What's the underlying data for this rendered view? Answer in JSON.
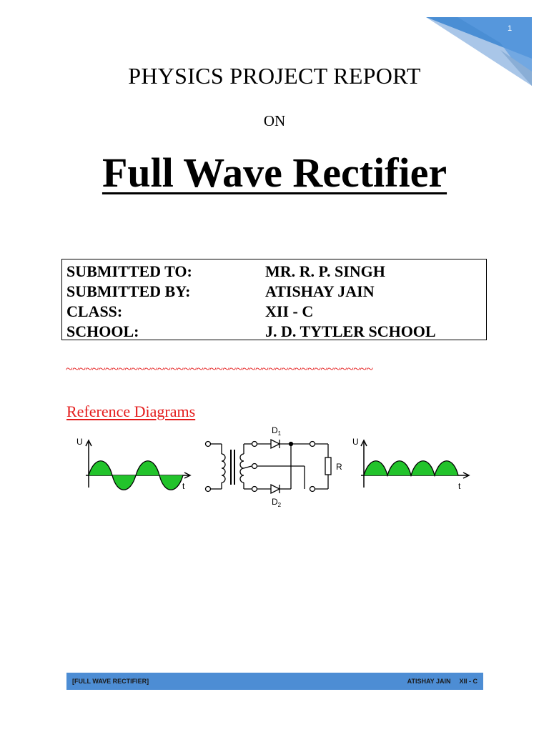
{
  "page": {
    "number": "1"
  },
  "header": {
    "title": "PHYSICS PROJECT REPORT",
    "on": "ON",
    "main_title": "Full Wave Rectifier"
  },
  "info": [
    {
      "key": "SUBMITTED TO:",
      "value": "MR. R. P. SINGH"
    },
    {
      "key": "SUBMITTED BY:",
      "value": "ATISHAY JAIN"
    },
    {
      "key": "CLASS:",
      "value": "XII - C"
    },
    {
      "key": "SCHOOL:",
      "value": "J. D. TYTLER SCHOOL"
    }
  ],
  "divider": "~~~~~~~~~~~~~~~~~~~~~~~~~~~~~~~~~~~~~~~~~~~~~~~",
  "reference": {
    "heading": "Reference Diagrams",
    "labels": {
      "u_axis": "U",
      "t_axis": "t",
      "d1": "D",
      "d1_sub": "1",
      "d2": "D",
      "d2_sub": "2",
      "resistor": "R"
    }
  },
  "footer": {
    "left": "[FULL WAVE RECTIFIER]",
    "author": "ATISHAY JAIN",
    "class": "XII - C"
  },
  "colors": {
    "corner_blue": "#4a8ed4",
    "corner_dark": "#2b6cb4",
    "wave_fill": "#22c32b",
    "accent_red": "#e41b1b",
    "footer_blue": "#4d8dd4"
  }
}
